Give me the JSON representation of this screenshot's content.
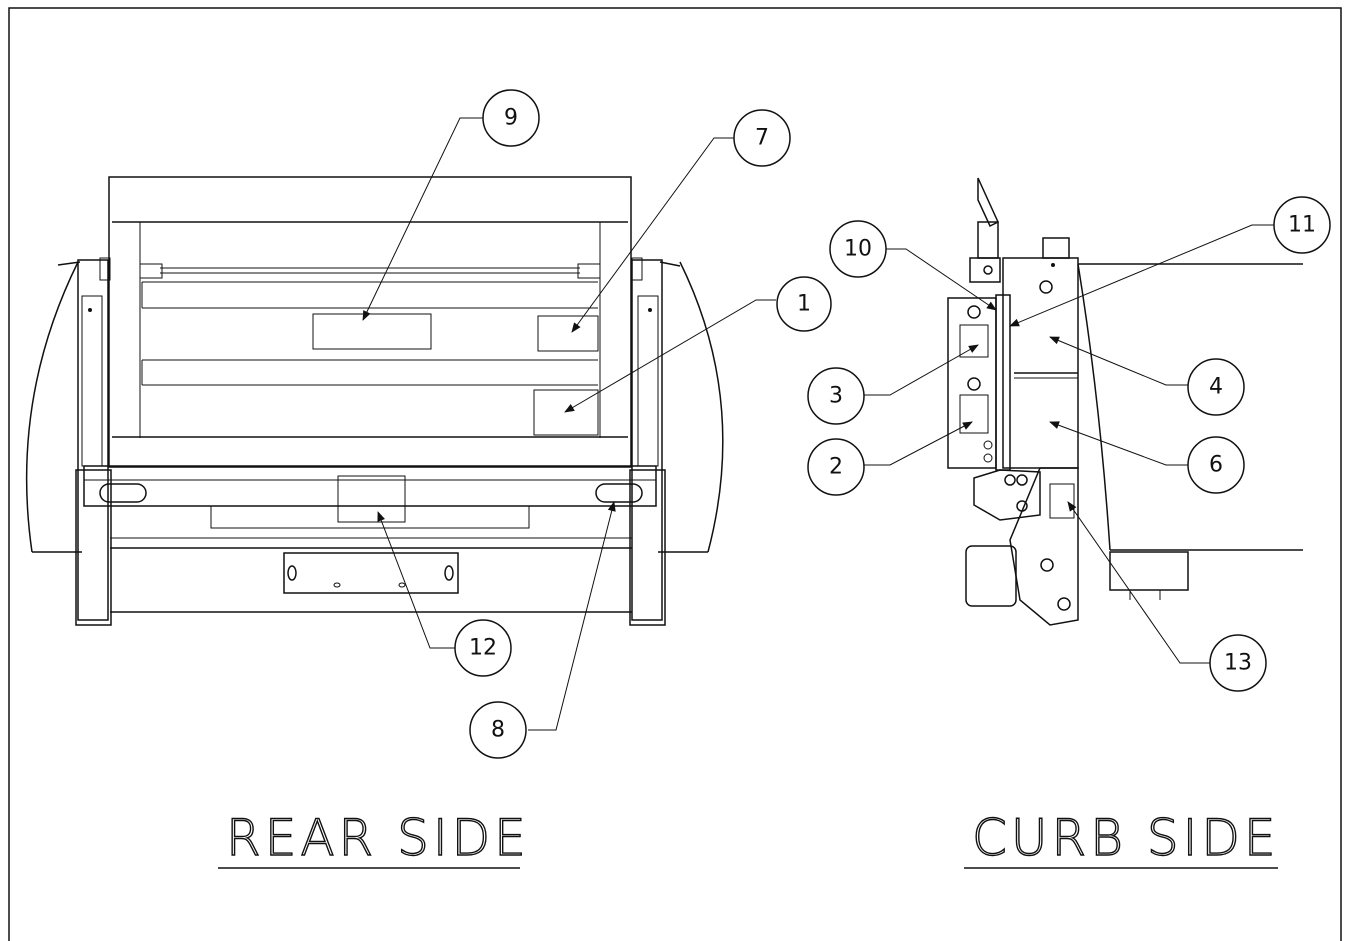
{
  "views": {
    "rear": {
      "label": "REAR SIDE"
    },
    "curb": {
      "label": "CURB SIDE"
    }
  },
  "callouts": {
    "c1": "1",
    "c2": "2",
    "c3": "3",
    "c4": "4",
    "c6": "6",
    "c7": "7",
    "c8": "8",
    "c9": "9",
    "c10": "10",
    "c11": "11",
    "c12": "12",
    "c13": "13"
  }
}
